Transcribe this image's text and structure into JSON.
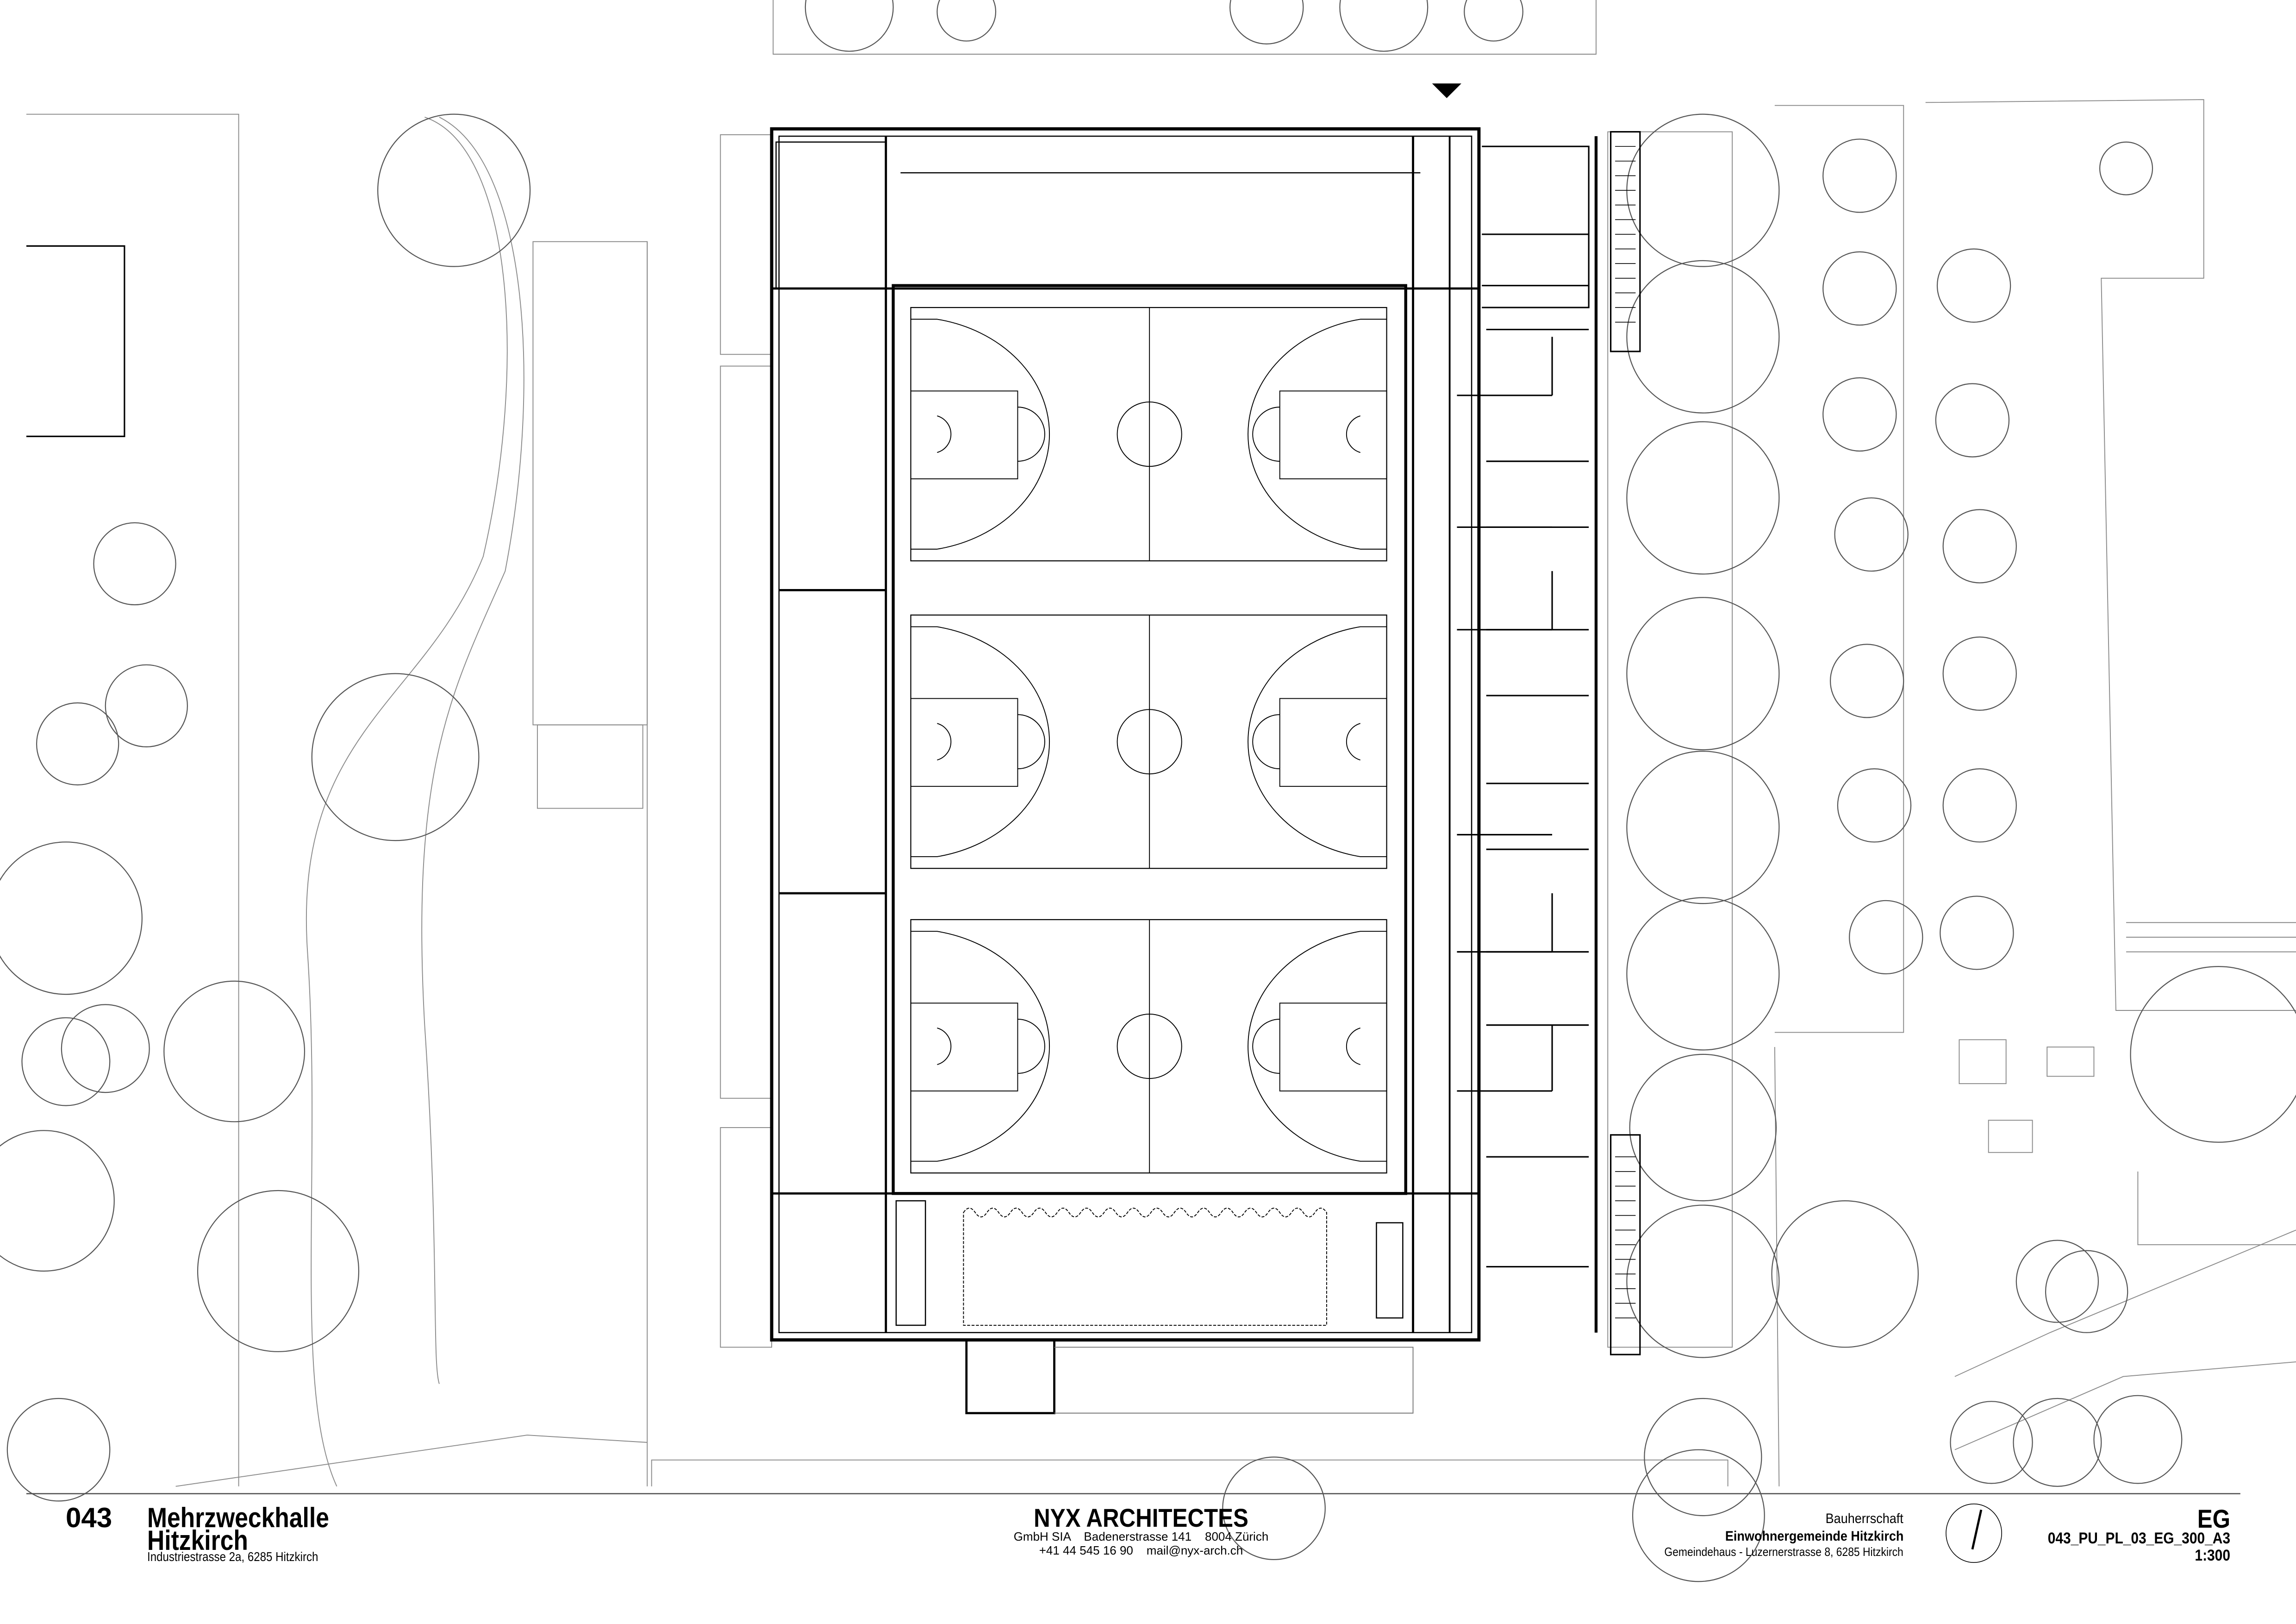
{
  "title_block": {
    "project_number": "043",
    "project_title_line1": "Mehrzweckhalle",
    "project_title_line2": "Hitzkirch",
    "project_address": "Industriestrasse 2a, 6285 Hitzkirch",
    "architect_name": "NYX ARCHITECTES",
    "architect_line1": "GmbH SIA    Badenerstrasse 141    8004 Zürich",
    "architect_line2": "+41 44 545 16 90    mail@nyx-arch.ch",
    "client_label": "Bauherrschaft",
    "client_name": "Einwohnergemeinde Hitzkirch",
    "client_address": "Gemeindehaus - Luzernerstrasse 8, 6285 Hitzkirch",
    "floor": "EG",
    "drawing_code": "043_PU_PL_03_EG_300_A3",
    "scale": "1:300"
  },
  "icons": {
    "north_arrow": "compass-north-icon",
    "entrance": "entrance-triangle-icon"
  },
  "colors": {
    "line": "#000000",
    "context_line": "#8a8a8a"
  }
}
